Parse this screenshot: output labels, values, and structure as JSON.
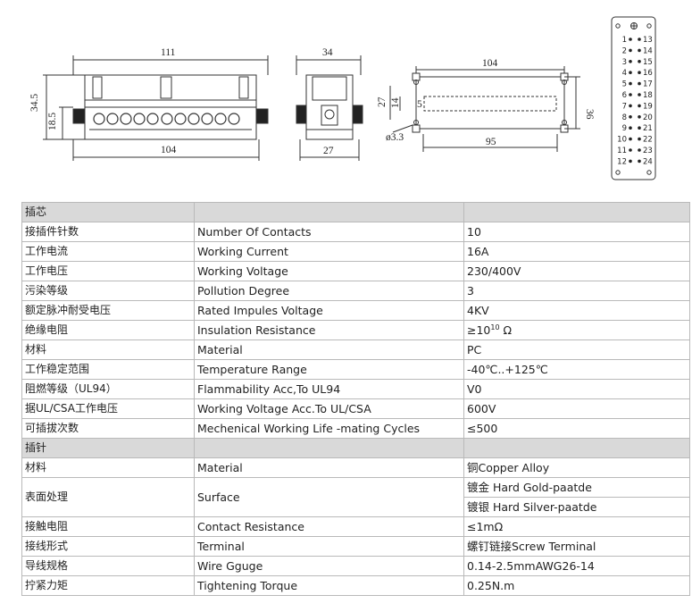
{
  "drawing": {
    "front_view": {
      "width_top": "111",
      "width_bottom": "104",
      "height_total": "34.5",
      "height_lower": "18.5"
    },
    "side_view": {
      "width_top": "34",
      "width_bottom": "27"
    },
    "cutout": {
      "width": "104",
      "height": "36",
      "inner_width": "95",
      "inner_height": "27",
      "slot_height": "14",
      "slot_offset": "5",
      "hole": "ø3.3"
    },
    "pin_layout": {
      "left_pins": [
        "1",
        "2",
        "3",
        "4",
        "5",
        "6",
        "7",
        "8",
        "9",
        "10",
        "11",
        "12"
      ],
      "right_pins": [
        "13",
        "14",
        "15",
        "16",
        "17",
        "18",
        "19",
        "20",
        "21",
        "22",
        "23",
        "24"
      ]
    }
  },
  "spec_table": {
    "sections": [
      {
        "title": "插芯",
        "rows": [
          {
            "cn": "接插件针数",
            "en": "Number Of Contacts",
            "value": "10"
          },
          {
            "cn": "工作电流",
            "en": "Working Current",
            "value": "16A"
          },
          {
            "cn": "工作电压",
            "en": "Working Voltage",
            "value": "230/400V"
          },
          {
            "cn": "污染等级",
            "en": "Pollution Degree",
            "value": "3"
          },
          {
            "cn": "额定脉冲耐受电压",
            "en": "Rated Impules Voltage",
            "value": "4KV"
          },
          {
            "cn": "绝缘电阻",
            "en": "Insulation Resistance",
            "value_pre": "≥10",
            "value_sup": "10",
            "value_post": " Ω"
          },
          {
            "cn": "材料",
            "en": "Material",
            "value": "PC"
          },
          {
            "cn": "工作稳定范围",
            "en": "Temperature Range",
            "value": "-40℃..+125℃"
          },
          {
            "cn": "阻燃等级（UL94）",
            "en": "Flammability Acc,To UL94",
            "value": "V0"
          },
          {
            "cn": "据UL/CSA工作电压",
            "en": "Working Voltage Acc.To UL/CSA",
            "value": "600V"
          },
          {
            "cn": "可插拔次数",
            "en": "Mechenical Working Life -mating Cycles",
            "value": "≤500"
          }
        ]
      },
      {
        "title": "插针",
        "rows": [
          {
            "cn": "材料",
            "en": "Material",
            "value": "铜Copper Alloy"
          },
          {
            "cn": "表面处理",
            "en": "Surface",
            "value": "镀金 Hard Gold-paatde",
            "value2": "镀银 Hard Silver-paatde"
          },
          {
            "cn": "接触电阻",
            "en": "Contact Resistance",
            "value": "≤1mΩ"
          },
          {
            "cn": "接线形式",
            "en": "Terminal",
            "value": "螺钉链接Screw Terminal"
          },
          {
            "cn": "导线规格",
            "en": "Wire Gguge",
            "value": "0.14-2.5mmAWG26-14"
          },
          {
            "cn": "拧紧力矩",
            "en": "Tightening Torque",
            "value": "0.25N.m"
          }
        ]
      }
    ]
  }
}
